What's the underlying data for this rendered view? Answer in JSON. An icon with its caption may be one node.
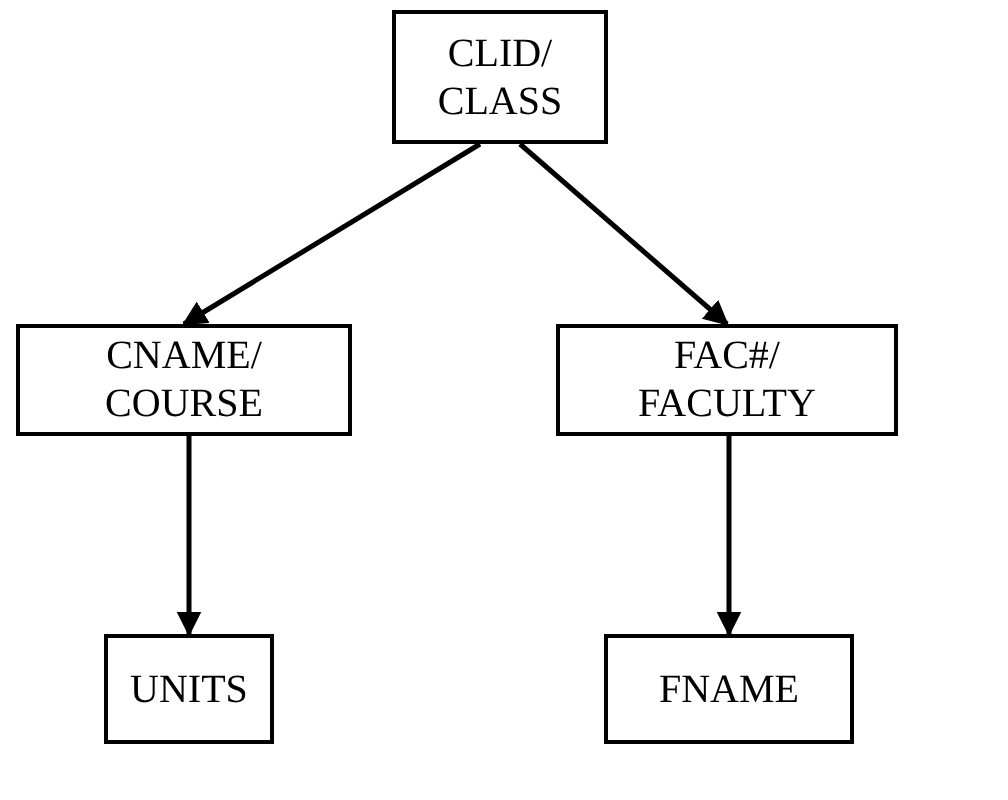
{
  "diagram": {
    "nodes": [
      {
        "text": [
          "CLID/ CLASS"
        ]
      },
      {
        "text": [
          "CNAME/ COURSE"
        ]
      },
      {
        "text": [
          "FAC#/ FACULTY"
        ]
      },
      {
        "text": [
          "UNITS"
        ]
      },
      {
        "text": [
          "FNAME"
        ]
      }
    ],
    "edges": [
      {
        "from": 0,
        "to": 1,
        "arrow": "to"
      },
      {
        "from": 0,
        "to": 2,
        "arrow": "to"
      },
      {
        "from": 1,
        "to": 3,
        "arrow": "to"
      },
      {
        "from": 2,
        "to": 4,
        "arrow": "to"
      }
    ]
  }
}
